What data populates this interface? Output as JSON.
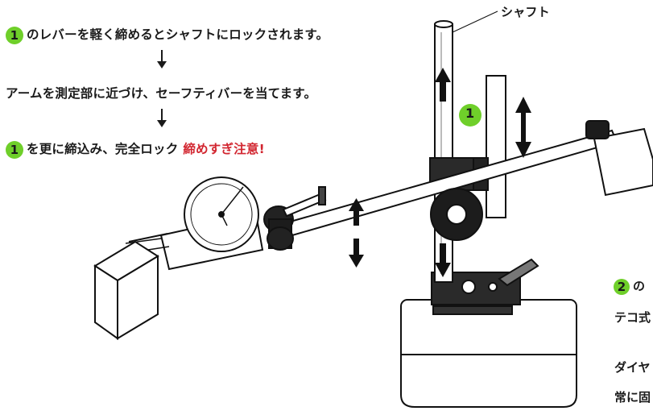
{
  "colors": {
    "badge": "#6fcf2a",
    "warning": "#d22630",
    "ink": "#1a1a1a"
  },
  "steps": [
    {
      "badge": "1",
      "text": "のレバーを軽く締めるとシャフトにロックされます。"
    },
    {
      "text": "アームを測定部に近づけ、セーフティバーを当てます。"
    },
    {
      "badge": "1",
      "text": "を更に締込み、完全ロック",
      "warning": "締めすぎ注意!"
    }
  ],
  "callouts": {
    "shaft": "シャフト",
    "lever_badge": "1"
  },
  "right_cut": {
    "badge": "2",
    "line1": "の",
    "line2": "テコ式",
    "line3": "ダイヤ",
    "line4": "常に固"
  }
}
